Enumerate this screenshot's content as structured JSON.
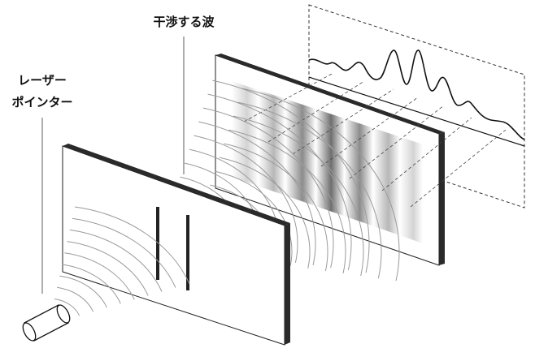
{
  "labels": {
    "interfering_waves": "干渉する波",
    "laser_pointer_line1": "レーザー",
    "laser_pointer_line2": "ポインター"
  },
  "colors": {
    "ink": "#111111",
    "wave": "#9a9a9a",
    "plate_face": "#ffffff",
    "plate_edge": "#2a2a2a"
  }
}
